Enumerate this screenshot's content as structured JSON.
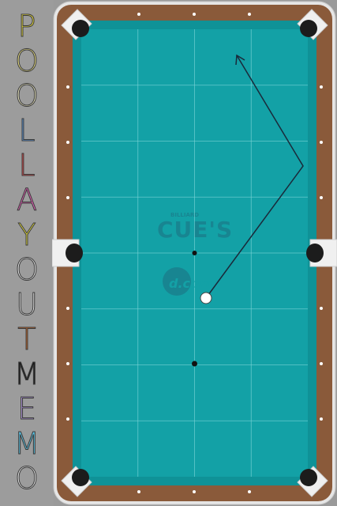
{
  "title": {
    "letters": [
      {
        "char": "P",
        "color": "#f3e53b"
      },
      {
        "char": "O",
        "color": "#f6eb8a"
      },
      {
        "char": "O",
        "color": "#f4f0c8"
      },
      {
        "char": "L",
        "color": "#5d9be0"
      },
      {
        "char": "L",
        "color": "#e04a4a"
      },
      {
        "char": "A",
        "color": "#e05fb4"
      },
      {
        "char": "Y",
        "color": "#f0e73a"
      },
      {
        "char": "O",
        "color": "#f5f5f5"
      },
      {
        "char": "U",
        "color": "#f5f5f5"
      },
      {
        "char": "T",
        "color": "#c96a2a"
      },
      {
        "char": "M",
        "color": "#1a1a1a"
      },
      {
        "char": "E",
        "color": "#b69ce0"
      },
      {
        "char": "M",
        "color": "#5ac0e0"
      },
      {
        "char": "O",
        "color": "#f5f5f5"
      }
    ]
  },
  "table": {
    "colors": {
      "cloth": "#13a1a6",
      "cushion": "#0f9297",
      "rail": "#8a5a3a",
      "frame": "#e6e6e6",
      "pocket": "#1c1c1c",
      "guideline": "#7ad3d6",
      "diamond": "#ffffff",
      "trajectory": "#1a2a3a"
    },
    "spots": [
      "head-spot",
      "foot-spot"
    ],
    "cue_ball": {
      "color": "#ffffff"
    }
  },
  "watermark": {
    "line1": "BILLIARD",
    "line2": "CUE'S",
    "line3": "d.com"
  }
}
